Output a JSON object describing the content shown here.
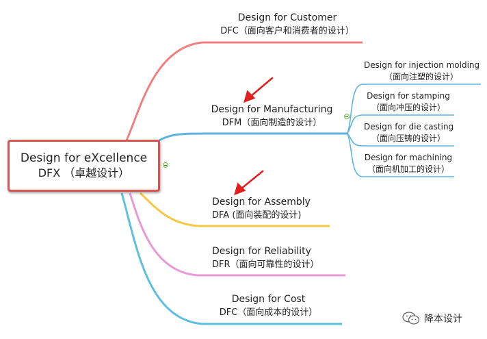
{
  "root": {
    "line1": "Design for eXcellence",
    "line2": "DFX （卓越设计）"
  },
  "branches": {
    "customer": {
      "title": "Design for Customer",
      "subtitle": "DFC（面向客户和消费者的设计）",
      "color": "#f08080"
    },
    "manufacturing": {
      "title": "Design for Manufacturing",
      "subtitle": "DFM（面向制造的设计）",
      "color": "#5fb3e0"
    },
    "assembly": {
      "title": "Design for Assembly",
      "subtitle": "DFA (面向装配的设计)",
      "color": "#f5c842"
    },
    "reliability": {
      "title": "Design for Reliability",
      "subtitle": "DFR（面向可靠性的设计）",
      "color": "#e899d6"
    },
    "cost": {
      "title": "Design for Cost",
      "subtitle": "DFC（面向成本的设计）",
      "color": "#5fbfe0"
    }
  },
  "sub_branches": [
    {
      "title": "Design for injection molding",
      "subtitle": "（面向注塑的设计）"
    },
    {
      "title": "Design for stamping",
      "subtitle": "（面向冲压的设计）"
    },
    {
      "title": "Design for die casting",
      "subtitle": "（面向压铸的设计）"
    },
    {
      "title": "Design for machining",
      "subtitle": "（面向机加工的设计）"
    }
  ],
  "annotations": {
    "arrow_color": "#e02020"
  },
  "watermark": {
    "text": "降本设计",
    "icon": "wechat-icon"
  }
}
